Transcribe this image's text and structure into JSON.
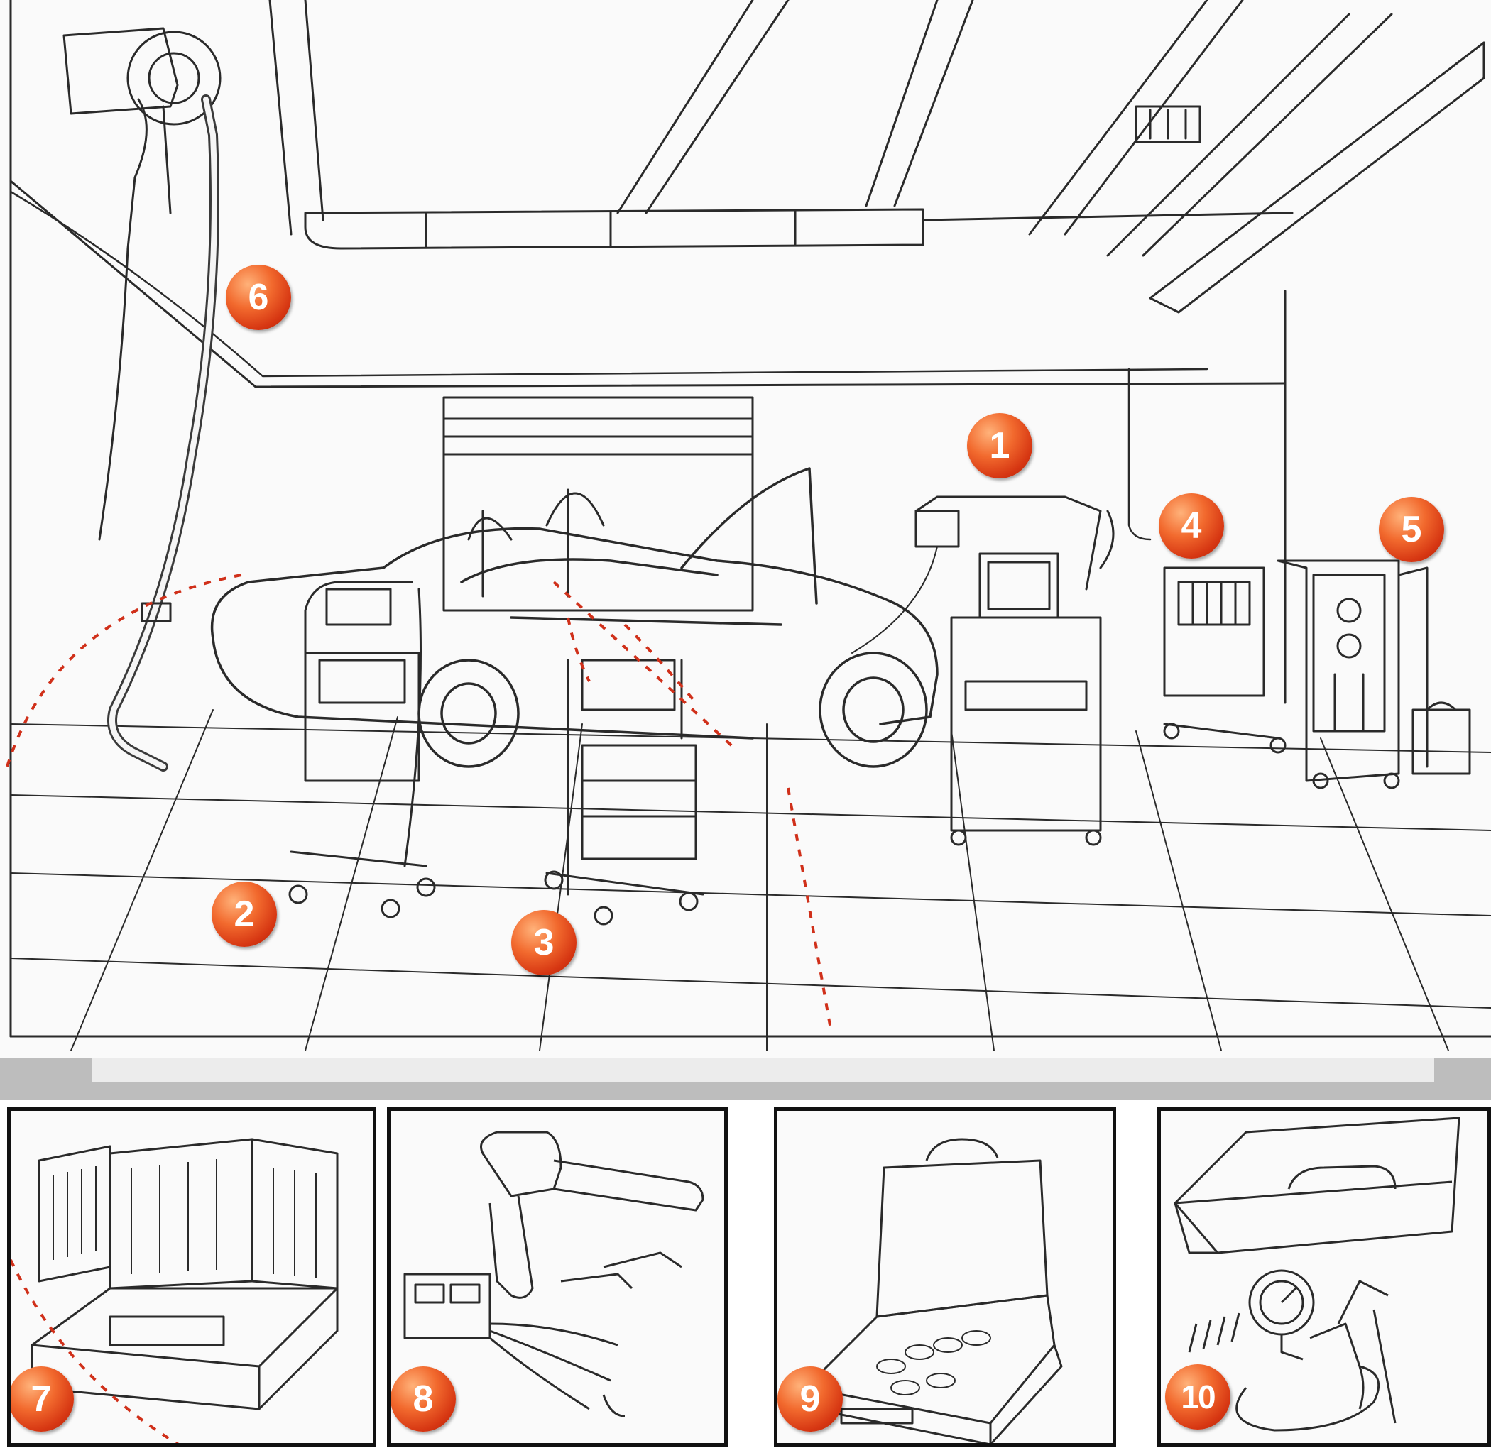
{
  "callouts": {
    "c1": "1",
    "c2": "2",
    "c3": "3",
    "c4": "4",
    "c5": "5",
    "c6": "6",
    "c7": "7",
    "c8": "8",
    "c9": "9",
    "c10": "10"
  },
  "colors": {
    "callout": "#e4511d",
    "guide_line": "#d0301a",
    "ink": "#222222"
  }
}
